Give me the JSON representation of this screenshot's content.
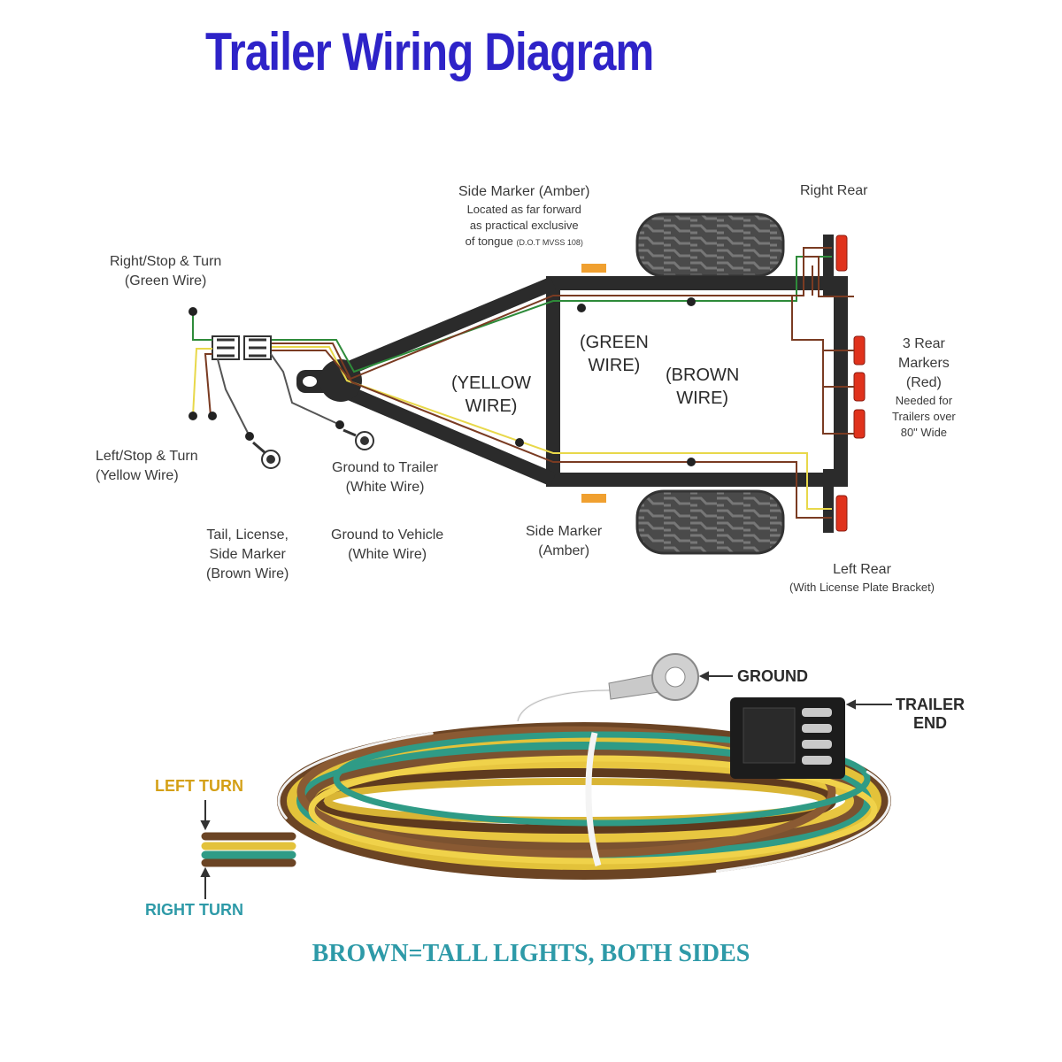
{
  "title": "Trailer Wiring Diagram",
  "diagram": {
    "labels": {
      "side_marker_top": "Side Marker (Amber)",
      "side_marker_top_note1": "Located as far forward",
      "side_marker_top_note2": "as practical exclusive",
      "side_marker_top_note3": "of tongue",
      "side_marker_top_note_ref": "(D.O.T MVSS 108)",
      "right_rear": "Right Rear",
      "right_stop_turn": "Right/Stop & Turn",
      "right_stop_turn_wire": "(Green Wire)",
      "green_wire_1": "(GREEN",
      "green_wire_2": "WIRE)",
      "yellow_wire_1": "(YELLOW",
      "yellow_wire_2": "WIRE)",
      "brown_wire_1": "(BROWN",
      "brown_wire_2": "WIRE)",
      "rear_markers_1": "3 Rear",
      "rear_markers_2": "Markers",
      "rear_markers_3": "(Red)",
      "rear_markers_note1": "Needed for",
      "rear_markers_note2": "Trailers over",
      "rear_markers_note3": "80\" Wide",
      "left_stop_turn": "Left/Stop & Turn",
      "left_stop_turn_wire": "(Yellow Wire)",
      "ground_trailer": "Ground to Trailer",
      "ground_trailer_wire": "(White Wire)",
      "tail_license_1": "Tail, License,",
      "tail_license_2": "Side Marker",
      "tail_license_3": "(Brown Wire)",
      "ground_vehicle": "Ground to Vehicle",
      "ground_vehicle_wire": "(White Wire)",
      "side_marker_bottom_1": "Side Marker",
      "side_marker_bottom_2": "(Amber)",
      "left_rear": "Left Rear",
      "left_rear_note": "(With License Plate Bracket)"
    }
  },
  "harness": {
    "ground": "GROUND",
    "trailer_end_1": "TRAILER",
    "trailer_end_2": "END",
    "left_turn": "LEFT TURN",
    "right_turn": "RIGHT TURN"
  },
  "caption": "BROWN=TALL LIGHTS, BOTH SIDES",
  "colors": {
    "title": "#2e23c8",
    "frame": "#2b2b2b",
    "green_wire": "#2e8b3a",
    "yellow_wire": "#e8d84a",
    "brown_wire": "#7a3b22",
    "amber": "#f0a030",
    "red_light": "#e0321c",
    "left_turn_label": "#d4a017",
    "right_turn_label": "#2e9aa8",
    "caption": "#2e9aa8"
  }
}
